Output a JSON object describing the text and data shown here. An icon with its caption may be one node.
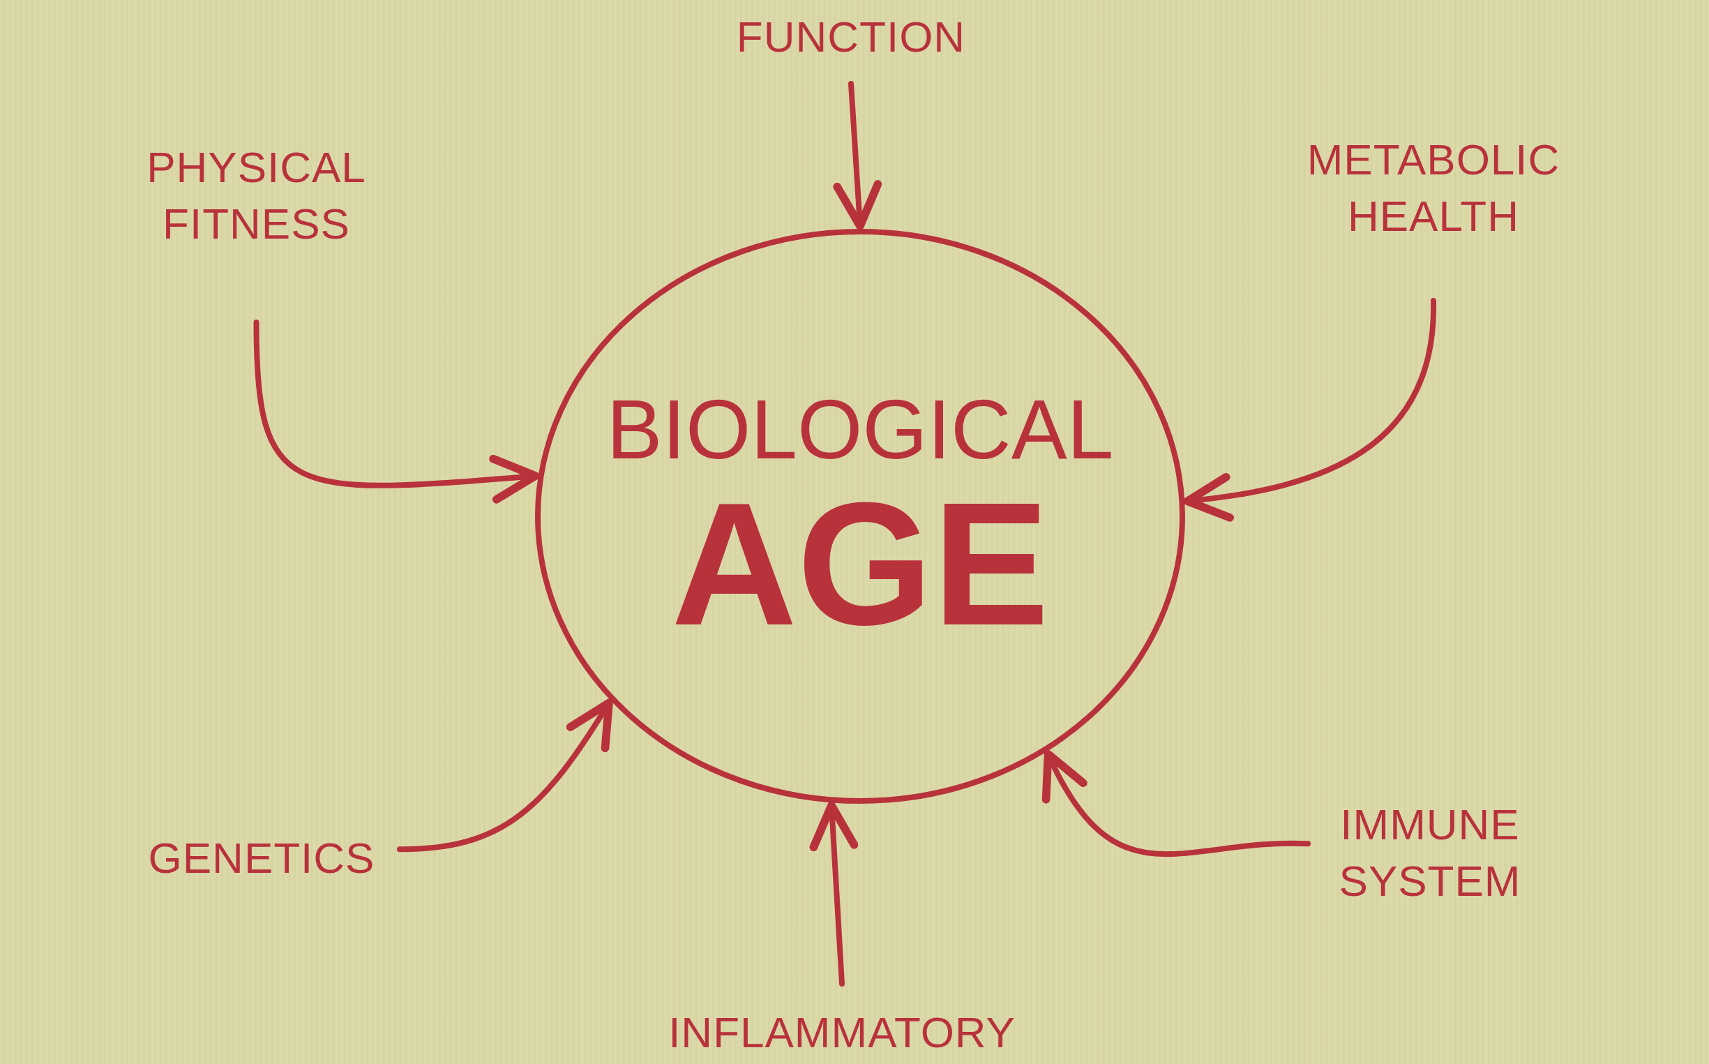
{
  "diagram": {
    "nodes": [
      {
        "text": [
          "BIOLOGICAL",
          "AGE"
        ]
      },
      {
        "text": [
          "FUNCTION"
        ]
      },
      {
        "text": [
          "PHYSICAL FITNESS"
        ]
      },
      {
        "text": [
          "METABOLIC HEALTH"
        ]
      },
      {
        "text": [
          "GENETICS"
        ]
      },
      {
        "text": [
          "IMMUNE SYSTEM"
        ]
      },
      {
        "text": [
          "INFLAMMATORY"
        ]
      }
    ],
    "edges": [
      {
        "from": 1,
        "to": 0,
        "arrow": "to"
      },
      {
        "from": 2,
        "to": 0,
        "arrow": "to"
      },
      {
        "from": 3,
        "to": 0,
        "arrow": "to"
      },
      {
        "from": 4,
        "to": 0,
        "arrow": "to"
      },
      {
        "from": 5,
        "to": 0,
        "arrow": "to"
      },
      {
        "from": 6,
        "to": 0,
        "arrow": "to"
      }
    ]
  }
}
